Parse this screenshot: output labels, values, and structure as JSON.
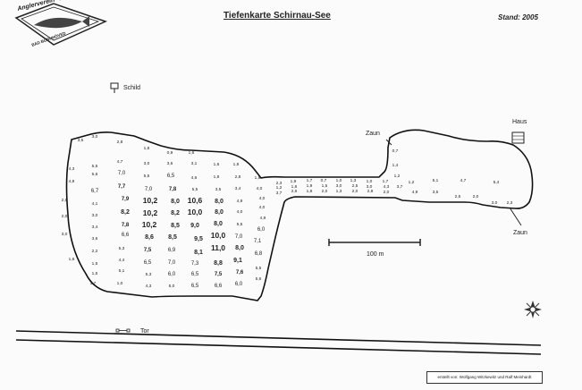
{
  "header": {
    "title": "Tiefenkarte Schirnau-See",
    "stand": "Stand: 2005"
  },
  "logo": {
    "top_text": "Anglerverein \"Forelle\" e.V.",
    "bottom_text": "BAD BORNHÖVED"
  },
  "map": {
    "labels": {
      "schild": "Schild",
      "haus": "Haus",
      "zaun_top": "Zaun",
      "zaun_right": "Zaun",
      "tor": "Tor",
      "scale": "100 m"
    },
    "depths": [
      {
        "v": "3,5"
      },
      {
        "v": "3,0"
      },
      {
        "v": "2,8"
      },
      {
        "v": "1,8"
      },
      {
        "v": "0,9"
      },
      {
        "v": "1,6"
      },
      {
        "v": "4,3"
      },
      {
        "v": "5,5"
      },
      {
        "v": "4,7"
      },
      {
        "v": "3,0"
      },
      {
        "v": "3,6"
      },
      {
        "v": "3,1"
      },
      {
        "v": "1,6"
      },
      {
        "v": "1,8"
      },
      {
        "v": "4,8"
      },
      {
        "v": "5,6"
      },
      {
        "v": "7,0"
      },
      {
        "v": "5,5"
      },
      {
        "v": "6,5"
      },
      {
        "v": "4,6"
      },
      {
        "v": "1,8"
      },
      {
        "v": "2,8"
      },
      {
        "v": "1,8"
      },
      {
        "v": "6,7"
      },
      {
        "v": "7,7"
      },
      {
        "v": "7,0"
      },
      {
        "v": "7,8"
      },
      {
        "v": "5,5"
      },
      {
        "v": "3,5"
      },
      {
        "v": "3,4"
      },
      {
        "v": "4,0"
      },
      {
        "v": "2,8"
      },
      {
        "v": "4,1"
      },
      {
        "v": "7,9"
      },
      {
        "v": "10,2"
      },
      {
        "v": "8,0"
      },
      {
        "v": "10,6"
      },
      {
        "v": "8,0"
      },
      {
        "v": "4,9"
      },
      {
        "v": "4,0"
      },
      {
        "v": "3,0"
      },
      {
        "v": "8,2"
      },
      {
        "v": "10,2"
      },
      {
        "v": "8,2"
      },
      {
        "v": "10,0"
      },
      {
        "v": "8,0"
      },
      {
        "v": "4,0"
      },
      {
        "v": "4,0"
      },
      {
        "v": "2,0"
      },
      {
        "v": "3,4"
      },
      {
        "v": "7,8"
      },
      {
        "v": "10,2"
      },
      {
        "v": "8,5"
      },
      {
        "v": "9,0"
      },
      {
        "v": "8,0"
      },
      {
        "v": "5,5"
      },
      {
        "v": "4,9"
      },
      {
        "v": "3,0"
      },
      {
        "v": "3,6"
      },
      {
        "v": "6,6"
      },
      {
        "v": "8,6"
      },
      {
        "v": "8,5"
      },
      {
        "v": "9,5"
      },
      {
        "v": "10,0"
      },
      {
        "v": "7,0"
      },
      {
        "v": "6,0"
      },
      {
        "v": "2,2"
      },
      {
        "v": "5,3"
      },
      {
        "v": "7,5"
      },
      {
        "v": "6,9"
      },
      {
        "v": "8,1"
      },
      {
        "v": "11,0"
      },
      {
        "v": "8,0"
      },
      {
        "v": "7,1"
      },
      {
        "v": "1,6"
      },
      {
        "v": "1,5"
      },
      {
        "v": "4,4"
      },
      {
        "v": "6,5"
      },
      {
        "v": "7,0"
      },
      {
        "v": "7,3"
      },
      {
        "v": "8,8"
      },
      {
        "v": "9,1"
      },
      {
        "v": "6,8"
      },
      {
        "v": "1,5"
      },
      {
        "v": "5,1"
      },
      {
        "v": "5,3"
      },
      {
        "v": "6,0"
      },
      {
        "v": "6,5"
      },
      {
        "v": "7,5"
      },
      {
        "v": "7,6"
      },
      {
        "v": "5,5"
      },
      {
        "v": "1,7"
      },
      {
        "v": "1,0"
      },
      {
        "v": "4,3"
      },
      {
        "v": "5,0"
      },
      {
        "v": "6,5"
      },
      {
        "v": "6,6"
      },
      {
        "v": "6,0"
      },
      {
        "v": "5,6"
      },
      {
        "v": "2,3"
      },
      {
        "v": "1,9"
      },
      {
        "v": "1,7"
      },
      {
        "v": "0,7"
      },
      {
        "v": "1,0"
      },
      {
        "v": "1,3"
      },
      {
        "v": "1,0"
      },
      {
        "v": "1,7"
      },
      {
        "v": "1,2"
      },
      {
        "v": "1,6"
      },
      {
        "v": "1,9"
      },
      {
        "v": "1,5"
      },
      {
        "v": "3,0"
      },
      {
        "v": "2,5"
      },
      {
        "v": "3,0"
      },
      {
        "v": "4,3"
      },
      {
        "v": "3,7"
      },
      {
        "v": "3,7"
      },
      {
        "v": "2,6"
      },
      {
        "v": "1,8"
      },
      {
        "v": "2,0"
      },
      {
        "v": "1,3"
      },
      {
        "v": "2,0"
      },
      {
        "v": "2,8"
      },
      {
        "v": "2,0"
      },
      {
        "v": "0,7"
      },
      {
        "v": "1,4"
      },
      {
        "v": "1,2"
      },
      {
        "v": "1,2"
      },
      {
        "v": "5,1"
      },
      {
        "v": "4,7"
      },
      {
        "v": "5,4"
      },
      {
        "v": "4,9"
      },
      {
        "v": "3,5"
      },
      {
        "v": "2,5"
      },
      {
        "v": "2,0"
      },
      {
        "v": "3,0"
      },
      {
        "v": "2,3"
      },
      {
        "v": "1,6"
      }
    ]
  },
  "footer": {
    "credit": "erstellt von: Wolfgang Witzkewitz und Ralf Meinhardt"
  }
}
